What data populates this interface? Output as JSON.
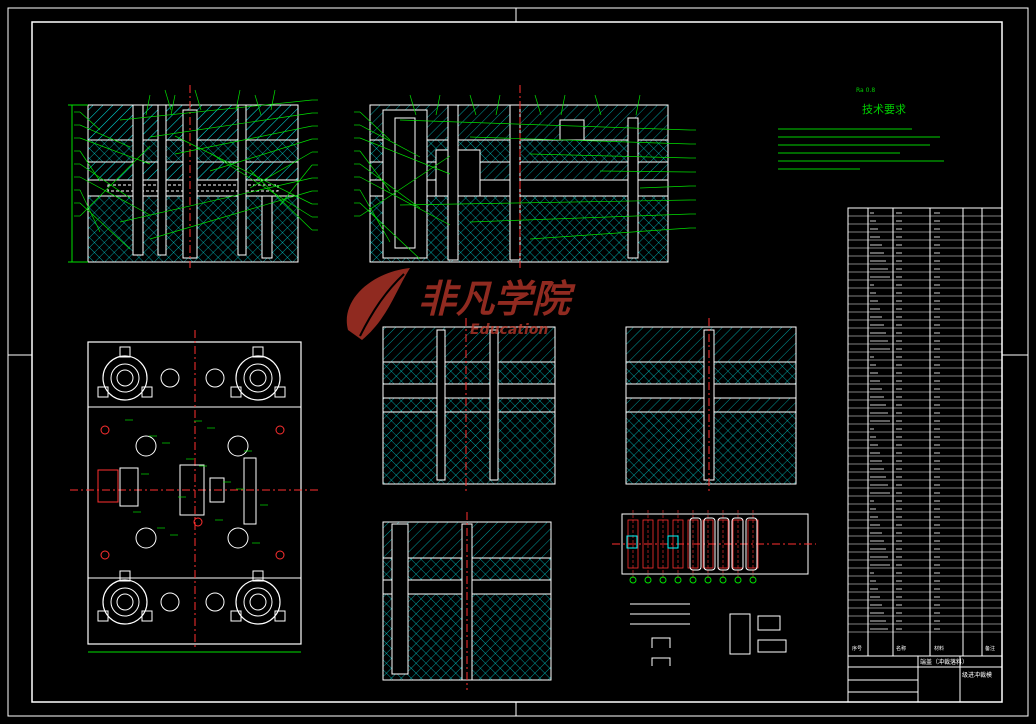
{
  "drawing": {
    "tech_requirements": {
      "title": "技术要求",
      "subtitle": "Ra 0.8"
    },
    "title_block": {
      "part_name": "端盖（冲裁落料）",
      "drawing_name": "级进冲裁模",
      "header_labels": [
        "序号",
        "名称",
        "材料",
        "备注"
      ]
    },
    "watermark": {
      "text": "非凡学院",
      "subtext": "Education"
    }
  },
  "colors": {
    "background": "#000000",
    "outline": "#ffffff",
    "hatch": "#00ffff",
    "leader": "#00e000",
    "center": "#ff3030",
    "watermark": "#c0392b"
  }
}
